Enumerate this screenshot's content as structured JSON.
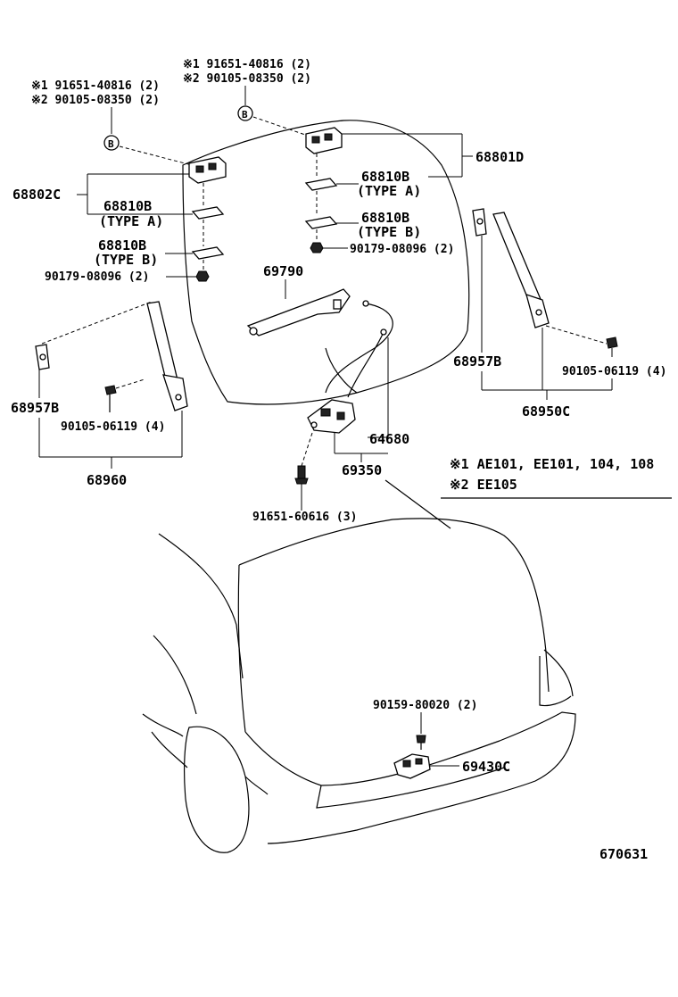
{
  "notes": {
    "top_left_line1": "※1 91651-40816 (2)",
    "top_left_line2": "※2 90105-08350 (2)",
    "top_mid_line1": "※1 91651-40816 (2)",
    "top_mid_line2": "※2 90105-08350 (2)",
    "bolt_marker": "B"
  },
  "parts": {
    "hinge_right": "68801D",
    "hinge_left": "68802C",
    "shim": "68810B",
    "type_a": "(TYPE A)",
    "type_b": "(TYPE B)",
    "nut": "90179-08096 (2)",
    "handle": "69790",
    "stay_left": "68957B",
    "stay_right": "68957B",
    "screw": "90105-06119 (4)",
    "stay_assy_left": "68960",
    "stay_assy_right": "68950C",
    "cable": "64680",
    "lock_assy": "69350",
    "lock_bolt": "91651-60616 (3)",
    "striker_screw": "90159-80020 (2)",
    "striker": "69430C",
    "diagram_no": "670631"
  },
  "legend": {
    "line1": "※1 AE101, EE101, 104, 108",
    "line2": "※2 EE105"
  }
}
